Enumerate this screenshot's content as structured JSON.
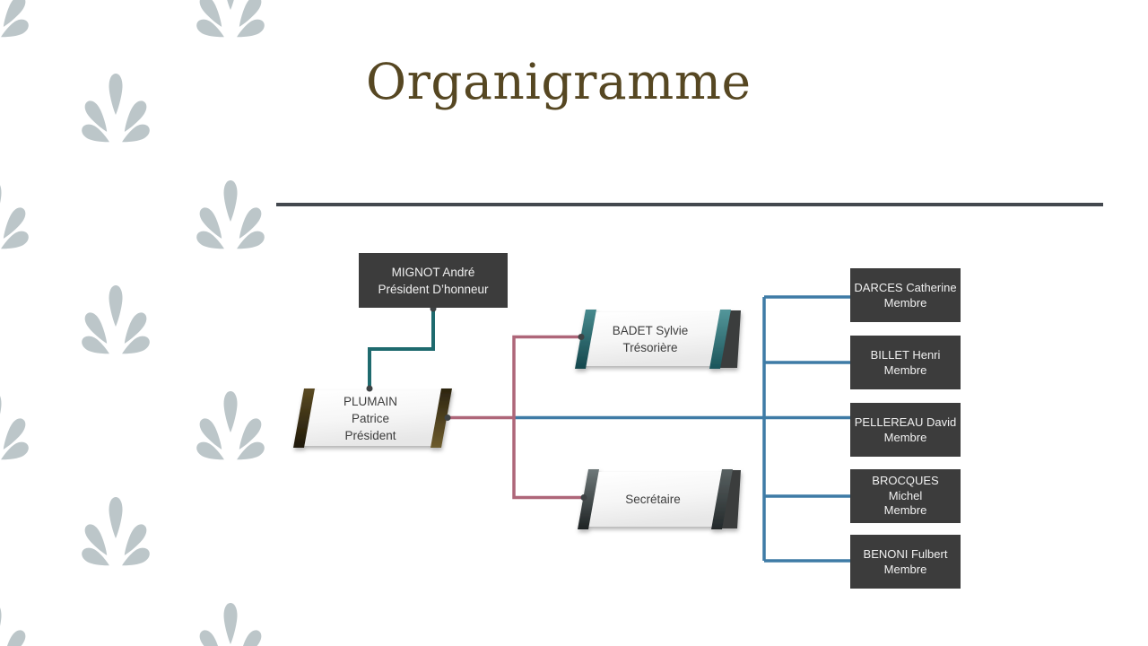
{
  "slide": {
    "title": "Organigramme",
    "title_color": "#564722",
    "background_color": "#ffffff",
    "divider_color": "#43484e",
    "leaf_color": "#bcc6c9",
    "dark_node_color": "#3c3c3c"
  },
  "connectors": {
    "teal": "#1e6a6e",
    "pink": "#ae6679",
    "blue": "#3e7ba6",
    "dot": "#3f4345"
  },
  "org_chart": {
    "mignot": {
      "line1": "MIGNOT André",
      "line2": "Président D’honneur"
    },
    "plumain": {
      "line1": "PLUMAIN",
      "line2": "Patrice",
      "line3": "Président"
    },
    "badet": {
      "line1": "BADET Sylvie",
      "line2": "Trésorière"
    },
    "secretaire": {
      "line1": "Secrétaire"
    },
    "darces": {
      "line1": "DARCES Catherine",
      "line2": "Membre"
    },
    "billet": {
      "line1": "BILLET Henri",
      "line2": "Membre"
    },
    "pellereau": {
      "line1": "PELLEREAU David",
      "line2": "Membre"
    },
    "brocques": {
      "line1": "BROCQUES",
      "line2": "Michel",
      "line3": "Membre"
    },
    "benoni": {
      "line1": "BENONI Fulbert",
      "line2": "Membre"
    }
  }
}
